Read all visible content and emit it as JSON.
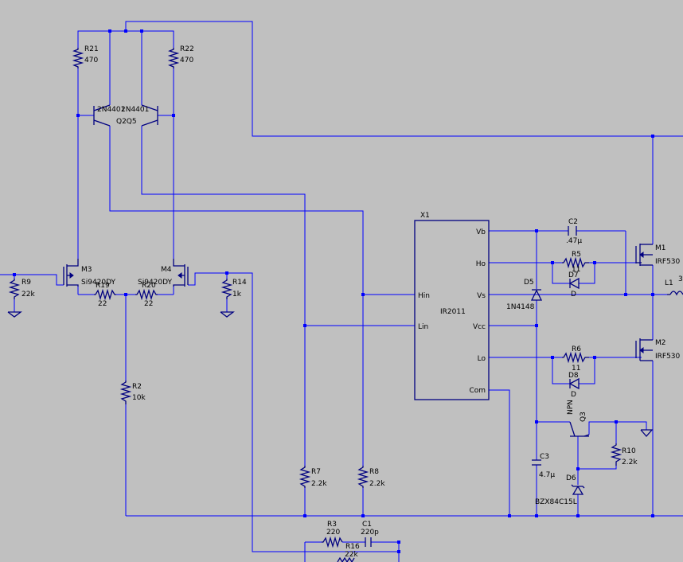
{
  "components": {
    "r21": {
      "ref": "R21",
      "value": "470"
    },
    "r22": {
      "ref": "R22",
      "value": "470"
    },
    "q2q5": {
      "ref": "Q2Q5",
      "model": "2N4401"
    },
    "m3": {
      "ref": "M3",
      "model": "Si9420DY"
    },
    "m4": {
      "ref": "M4",
      "model": "Si9420DY"
    },
    "r9": {
      "ref": "R9",
      "value": "22k"
    },
    "r14": {
      "ref": "R14",
      "value": "1k"
    },
    "r19": {
      "ref": "R19",
      "value": "22"
    },
    "r20": {
      "ref": "R20",
      "value": "22"
    },
    "r2": {
      "ref": "R2",
      "value": "10k"
    },
    "r7": {
      "ref": "R7",
      "value": "2.2k"
    },
    "r8": {
      "ref": "R8",
      "value": "2.2k"
    },
    "r3": {
      "ref": "R3",
      "value": "220"
    },
    "r16": {
      "ref": "R16",
      "value": "22k"
    },
    "c1": {
      "ref": "C1",
      "value": "220p"
    },
    "x1": {
      "ref": "X1",
      "model": "IR2011",
      "pins": {
        "hin": "Hin",
        "lin": "Lin",
        "vb": "Vb",
        "ho": "Ho",
        "vs": "Vs",
        "vcc": "Vcc",
        "lo": "Lo",
        "com": "Com"
      }
    },
    "c2": {
      "ref": "C2",
      "value": ".47µ"
    },
    "r5": {
      "ref": "R5",
      "value": "11"
    },
    "d7": {
      "ref": "D7",
      "model": "D"
    },
    "d5": {
      "ref": "D5",
      "model": "1N4148"
    },
    "r6": {
      "ref": "R6",
      "value": "11"
    },
    "d8": {
      "ref": "D8",
      "model": "D"
    },
    "m1": {
      "ref": "M1",
      "model": "IRF530"
    },
    "m2": {
      "ref": "M2",
      "model": "IRF530"
    },
    "l1": {
      "ref": "L1",
      "value": "3"
    },
    "q3": {
      "ref": "Q3",
      "model": "NPN"
    },
    "r10": {
      "ref": "R10",
      "value": "2.2k"
    },
    "c3": {
      "ref": "C3",
      "value": "4.7µ"
    },
    "d6": {
      "ref": "D6",
      "model": "BZX84C15L"
    }
  }
}
